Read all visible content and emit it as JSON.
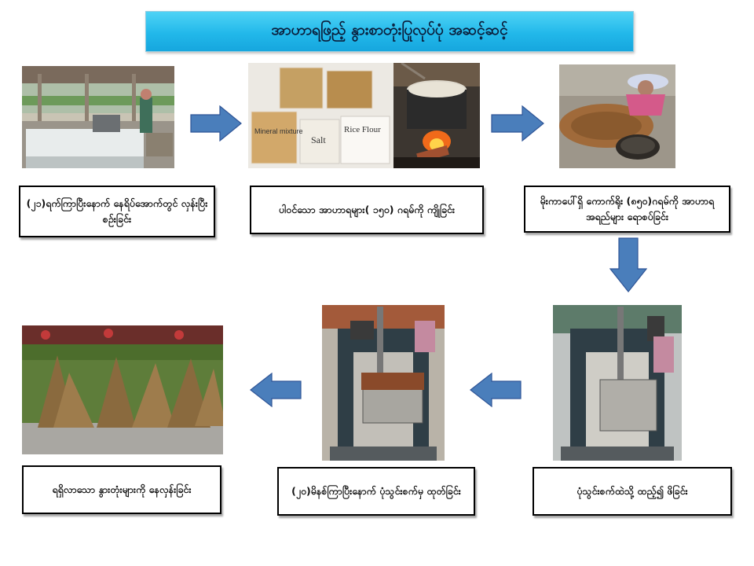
{
  "title": "အာဟာရဖြည့် နွားစာတုံးပြုလုပ်ပုံ အဆင့်ဆင့်",
  "steps": [
    {
      "label": "(၂၁)ရက်ကြာပြီးနောက် နေရိပ်အောက်တွင် လှန်းပြီး စဉ်းခြင်း"
    },
    {
      "label": "ပါဝင်သော အာဟာရများ( ၁၅၀) ဂရမ်ကို ကျိုခြင်း",
      "bag_labels": [
        "Mineral mixture",
        "Salt",
        "Rice Flour"
      ]
    },
    {
      "label": "မိုးကာပေါ်ရှိ ကောက်ရိုး (၈၅၀)ဂရမ်ကို အာဟာရ အရည်များ ရောစပ်ခြင်း"
    },
    {
      "label": "ပုံသွင်းစက်ထဲသို့ ထည့်၍ ဖိခြင်း"
    },
    {
      "label": "(၂၀)မိနစ်ကြာပြီးနောက် ပုံသွင်းစက်မှ ထုတ်ခြင်း"
    },
    {
      "label": "ရရှိလာသော နွားတုံးများကို နေလှန်းခြင်း"
    }
  ],
  "colors": {
    "banner": "#22b8ea",
    "arrow_fill": "#4a7ebb",
    "arrow_stroke": "#2f5597"
  }
}
